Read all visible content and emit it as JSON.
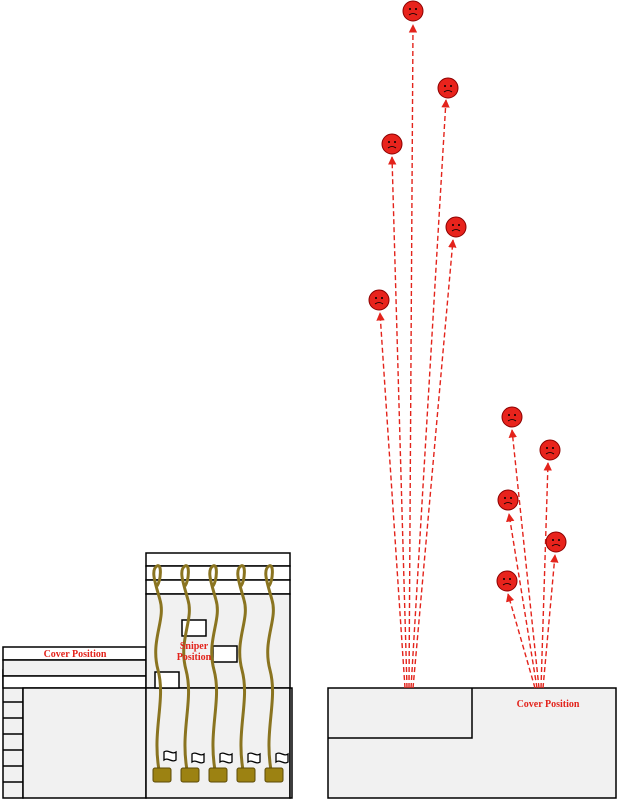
{
  "labels": {
    "cover_left": "Cover Position",
    "sniper_line1": "Sniper",
    "sniper_line2": "Position",
    "cover_right": "Cover Position"
  },
  "colors": {
    "enemy": "#e8231c",
    "line": "#e3231b",
    "rope": "#8a7420",
    "base": "#9c8212",
    "building_fill": "#f1f1f1"
  },
  "icons": [
    "face-icon",
    "sandbag-icon",
    "flag-icon"
  ]
}
